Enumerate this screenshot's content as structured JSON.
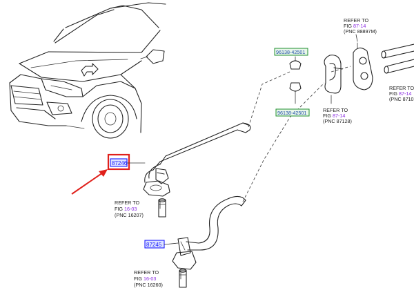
{
  "parts": {
    "main_hose": "87246",
    "lower_hose": "87245"
  },
  "clips": {
    "upper": "96138-42501",
    "lower": "96138-42501"
  },
  "refs": {
    "top_right_valve": {
      "refer": "REFER TO",
      "fig_prefix": "FIG",
      "fig": "87-14",
      "pnc": "(PNC 88897M)"
    },
    "grommet": {
      "refer": "REFER TO",
      "fig_prefix": "FIG",
      "fig": "87-14",
      "pnc": "(PNC 87128)"
    },
    "far_right": {
      "refer": "REFER TO",
      "fig_prefix": "FIG",
      "fig": "87-14",
      "pnc": "(PNC 8710"
    },
    "upper_left_port": {
      "refer": "REFER TO",
      "fig_prefix": "FIG",
      "fig": "16-03",
      "pnc": "(PNC 16207)"
    },
    "lower_port": {
      "refer": "REFER TO",
      "fig_prefix": "FIG",
      "fig": "16-03",
      "pnc": "(PNC 16260)"
    }
  },
  "colors": {
    "callout_highlight": "#e0201b",
    "pnc_blue": "#1a1aff",
    "fig_purple": "#8a2be2",
    "clip_green": "#1f8f2f"
  }
}
